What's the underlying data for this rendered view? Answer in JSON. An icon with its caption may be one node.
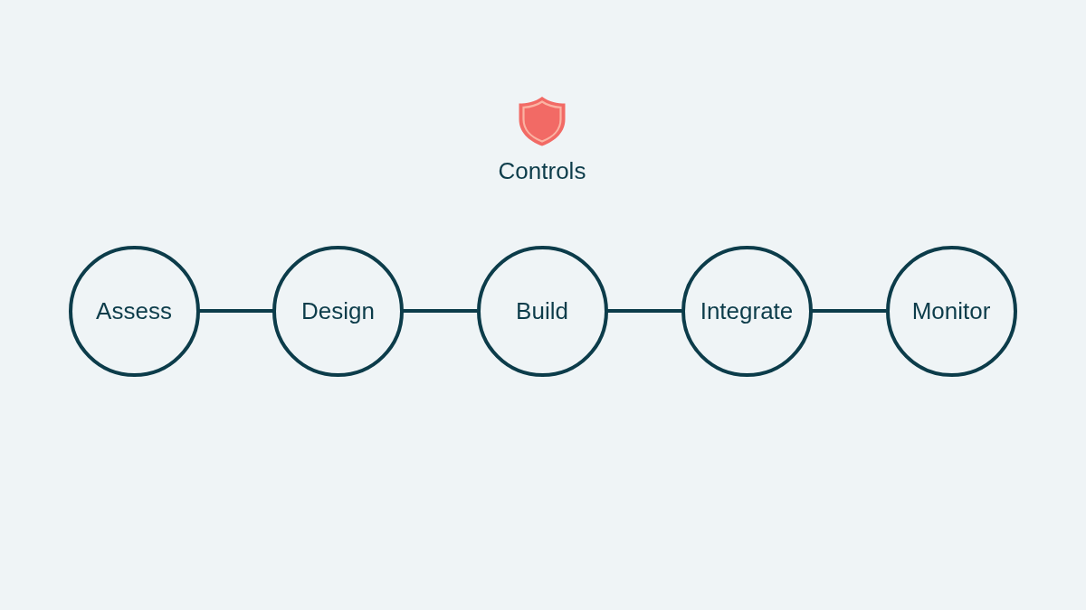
{
  "diagram": {
    "nodes": [
      {
        "text": [
          "Assess"
        ]
      },
      {
        "text": [
          "Design"
        ]
      },
      {
        "text": [
          "Build"
        ]
      },
      {
        "text": [
          "Integrate"
        ]
      },
      {
        "text": [
          "Monitor"
        ]
      }
    ],
    "edges": [
      {
        "from": 0,
        "to": 1,
        "arrow": "none"
      },
      {
        "from": 1,
        "to": 2,
        "arrow": "none"
      },
      {
        "from": 2,
        "to": 3,
        "arrow": "none"
      },
      {
        "from": 3,
        "to": 4,
        "arrow": "none"
      }
    ],
    "labels": [
      "Controls"
    ]
  }
}
